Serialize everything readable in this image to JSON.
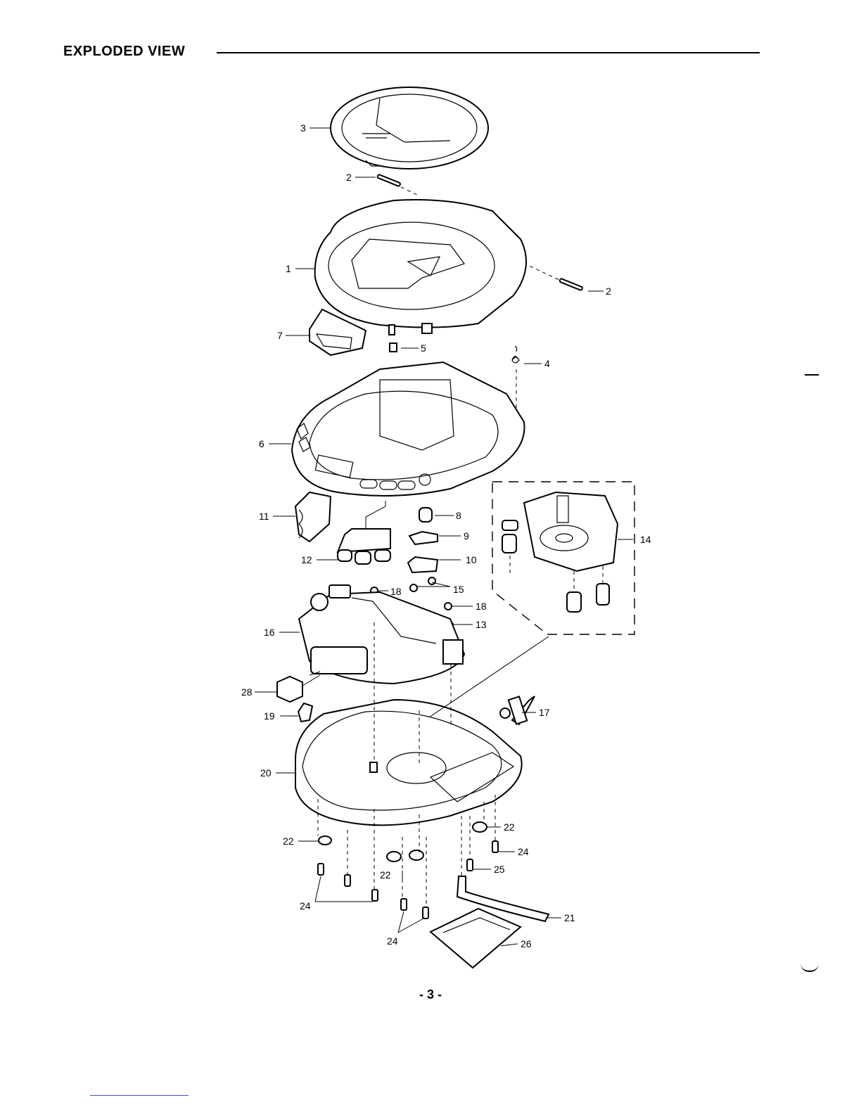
{
  "header": {
    "title": "EXPLODED VIEW"
  },
  "footer": {
    "page_number": "- 3 -"
  },
  "callouts": {
    "c1": "1",
    "c2a": "2",
    "c2b": "2",
    "c3": "3",
    "c4": "4",
    "c5": "5",
    "c6": "6",
    "c7": "7",
    "c8": "8",
    "c9": "9",
    "c10": "10",
    "c11": "11",
    "c12": "12",
    "c13": "13",
    "c14": "14",
    "c15": "15",
    "c16": "16",
    "c17": "17",
    "c18a": "18",
    "c18b": "18",
    "c19": "19",
    "c20": "20",
    "c21": "21",
    "c22a": "22",
    "c22b": "22",
    "c22c": "22",
    "c24a": "24",
    "c24b": "24",
    "c24c": "24",
    "c25": "25",
    "c26": "26",
    "c28": "28"
  }
}
